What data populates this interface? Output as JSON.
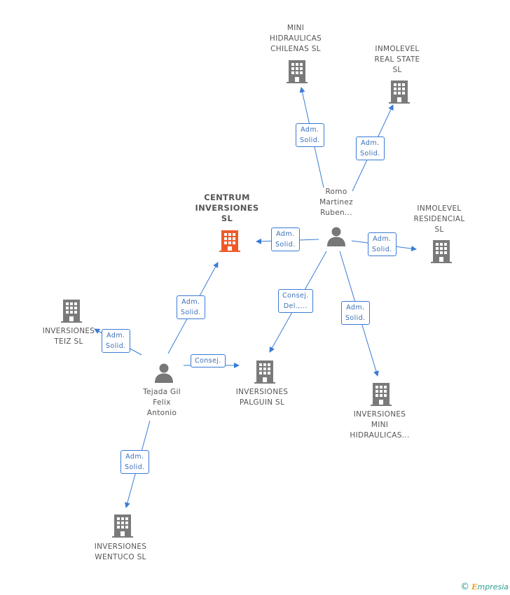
{
  "colors": {
    "edge": "#3a7bd5",
    "company_icon": "#7a7a7a",
    "main_company_icon": "#ef5a2a",
    "person_icon": "#777777"
  },
  "nodes": {
    "centrum": {
      "label": "CENTRUM\nINVERSIONES\nSL",
      "icon": "building-icon",
      "main": true
    },
    "mini_chilenas": {
      "label": "MINI\nHIDRAULICAS\nCHILENAS  SL",
      "icon": "building-icon"
    },
    "inmolevel_real": {
      "label": "INMOLEVEL\nREAL STATE\nSL",
      "icon": "building-icon"
    },
    "inmolevel_res": {
      "label": "INMOLEVEL\nRESIDENCIAL\nSL",
      "icon": "building-icon"
    },
    "romo": {
      "label": "Romo\nMartinez\nRuben...",
      "icon": "person-icon"
    },
    "teiz": {
      "label": "INVERSIONES\nTEIZ SL",
      "icon": "building-icon"
    },
    "palguin": {
      "label": "INVERSIONES\nPALGUIN  SL",
      "icon": "building-icon"
    },
    "mini_hidr": {
      "label": "INVERSIONES\nMINI\nHIDRAULICAS...",
      "icon": "building-icon"
    },
    "tejada": {
      "label": "Tejada Gil\nFelix\nAntonio",
      "icon": "person-icon"
    },
    "wentuco": {
      "label": "INVERSIONES\nWENTUCO  SL",
      "icon": "building-icon"
    }
  },
  "roles": {
    "romo_mini_chilenas": "Adm.\nSolid.",
    "romo_inmolevel_real": "Adm.\nSolid.",
    "romo_centrum": "Adm.\nSolid.",
    "romo_inmolevel_res": "Adm.\nSolid.",
    "romo_palguin": "Consej.\nDel.,...",
    "romo_mini_hidr": "Adm.\nSolid.",
    "tejada_centrum": "Adm.\nSolid.",
    "tejada_teiz": "Adm.\nSolid.",
    "tejada_palguin": "Consej.",
    "tejada_wentuco": "Adm.\nSolid."
  },
  "footer": {
    "copyright": "©",
    "brand_initial": "E",
    "brand_rest": "mpresia"
  }
}
